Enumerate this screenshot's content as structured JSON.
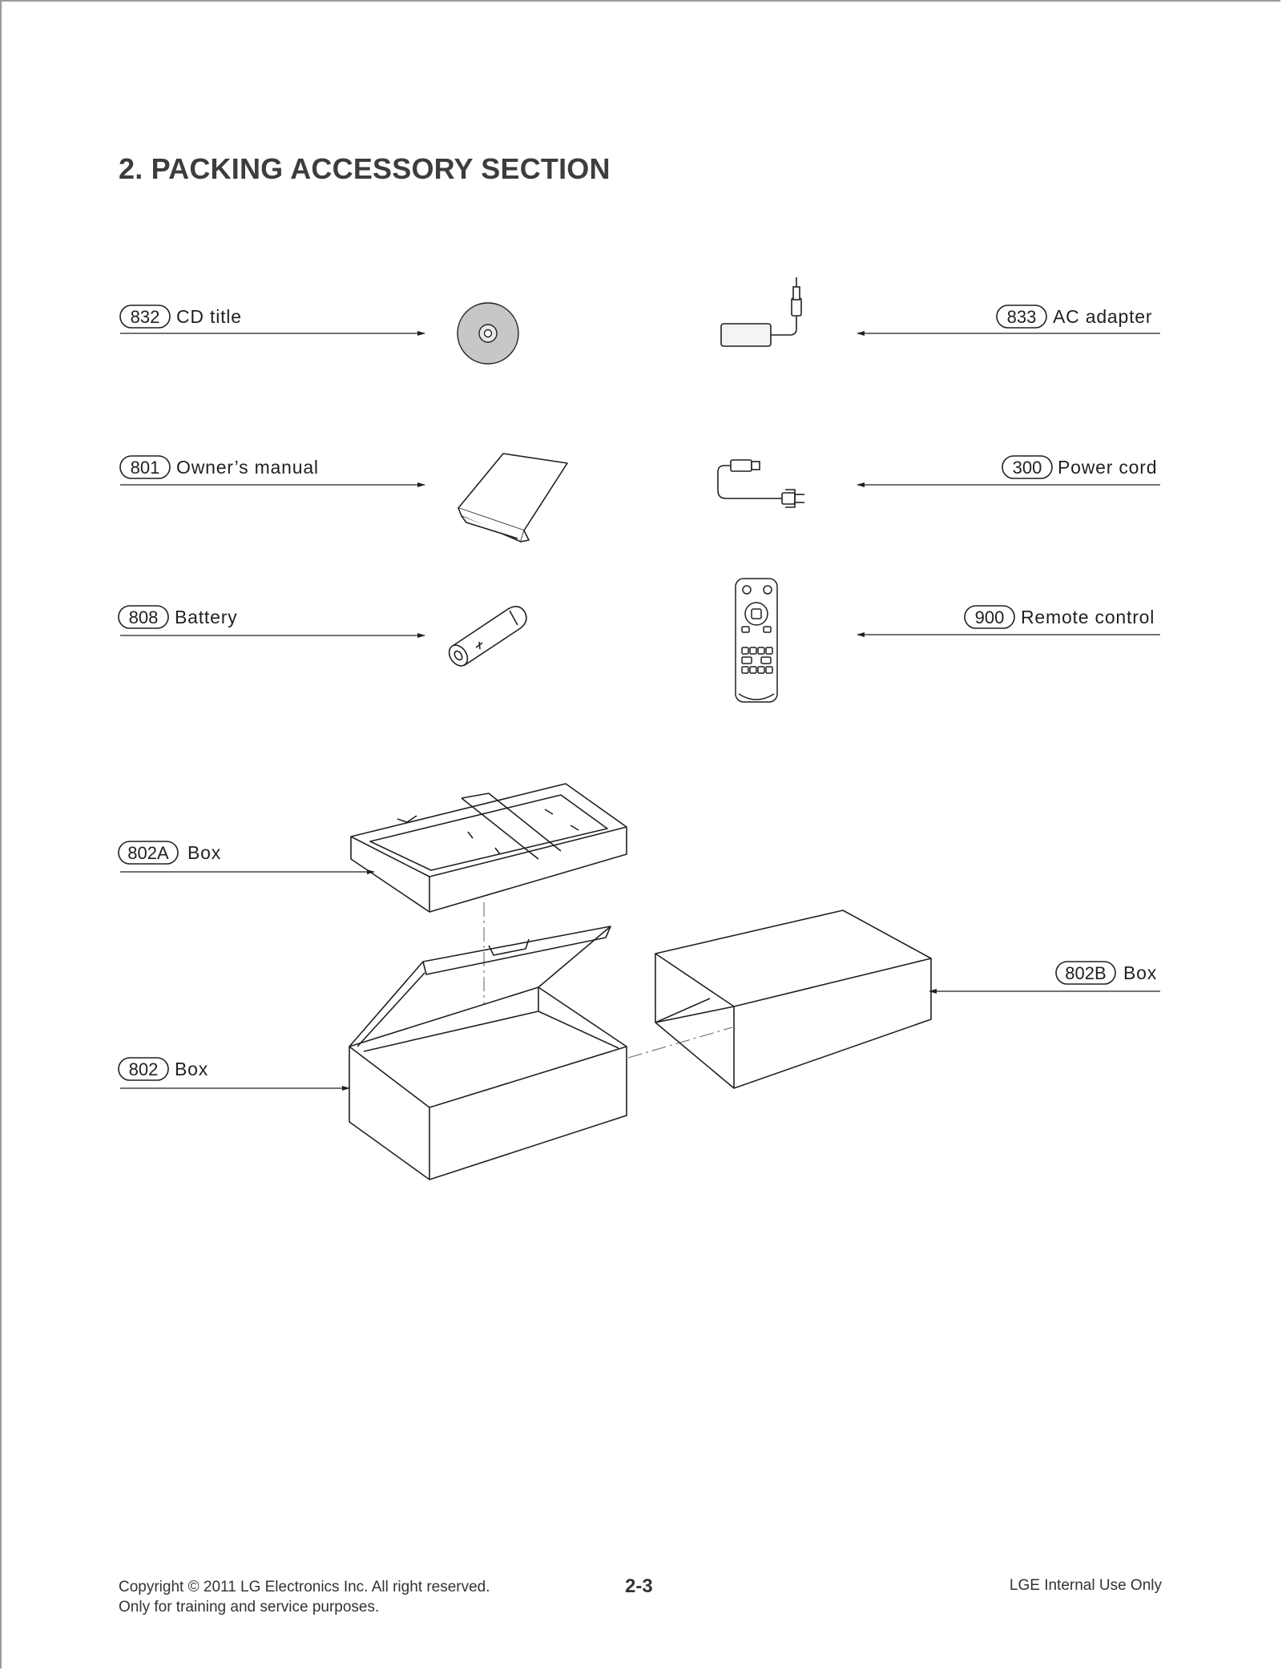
{
  "section_title": "2. PACKING ACCESSORY SECTION",
  "callouts": [
    {
      "num": "832",
      "label": "CD title",
      "icon": "cd-disc-icon"
    },
    {
      "num": "833",
      "label": "AC adapter",
      "icon": "ac-adapter-icon"
    },
    {
      "num": "801",
      "label": "Owner’s manual",
      "icon": "manual-booklet-icon"
    },
    {
      "num": "300",
      "label": "Power cord",
      "icon": "power-cord-icon"
    },
    {
      "num": "808",
      "label": "Battery",
      "icon": "battery-icon"
    },
    {
      "num": "900",
      "label": "Remote control",
      "icon": "remote-control-icon"
    },
    {
      "num": "802A",
      "label": "Box",
      "icon": "box-tray-icon"
    },
    {
      "num": "802B",
      "label": "Box",
      "icon": "box-sleeve-icon"
    },
    {
      "num": "802",
      "label": "Box",
      "icon": "box-open-icon"
    }
  ],
  "footer": {
    "copyright_line1": "Copyright © 2011 LG Electronics Inc. All right reserved.",
    "copyright_line2": "Only for training and service purposes.",
    "page_number": "2-3",
    "internal_use": "LGE Internal Use Only"
  },
  "colors": {
    "ink": "#231f20",
    "disc_fill": "#c7c7c7",
    "title": "#3d3d3d"
  }
}
